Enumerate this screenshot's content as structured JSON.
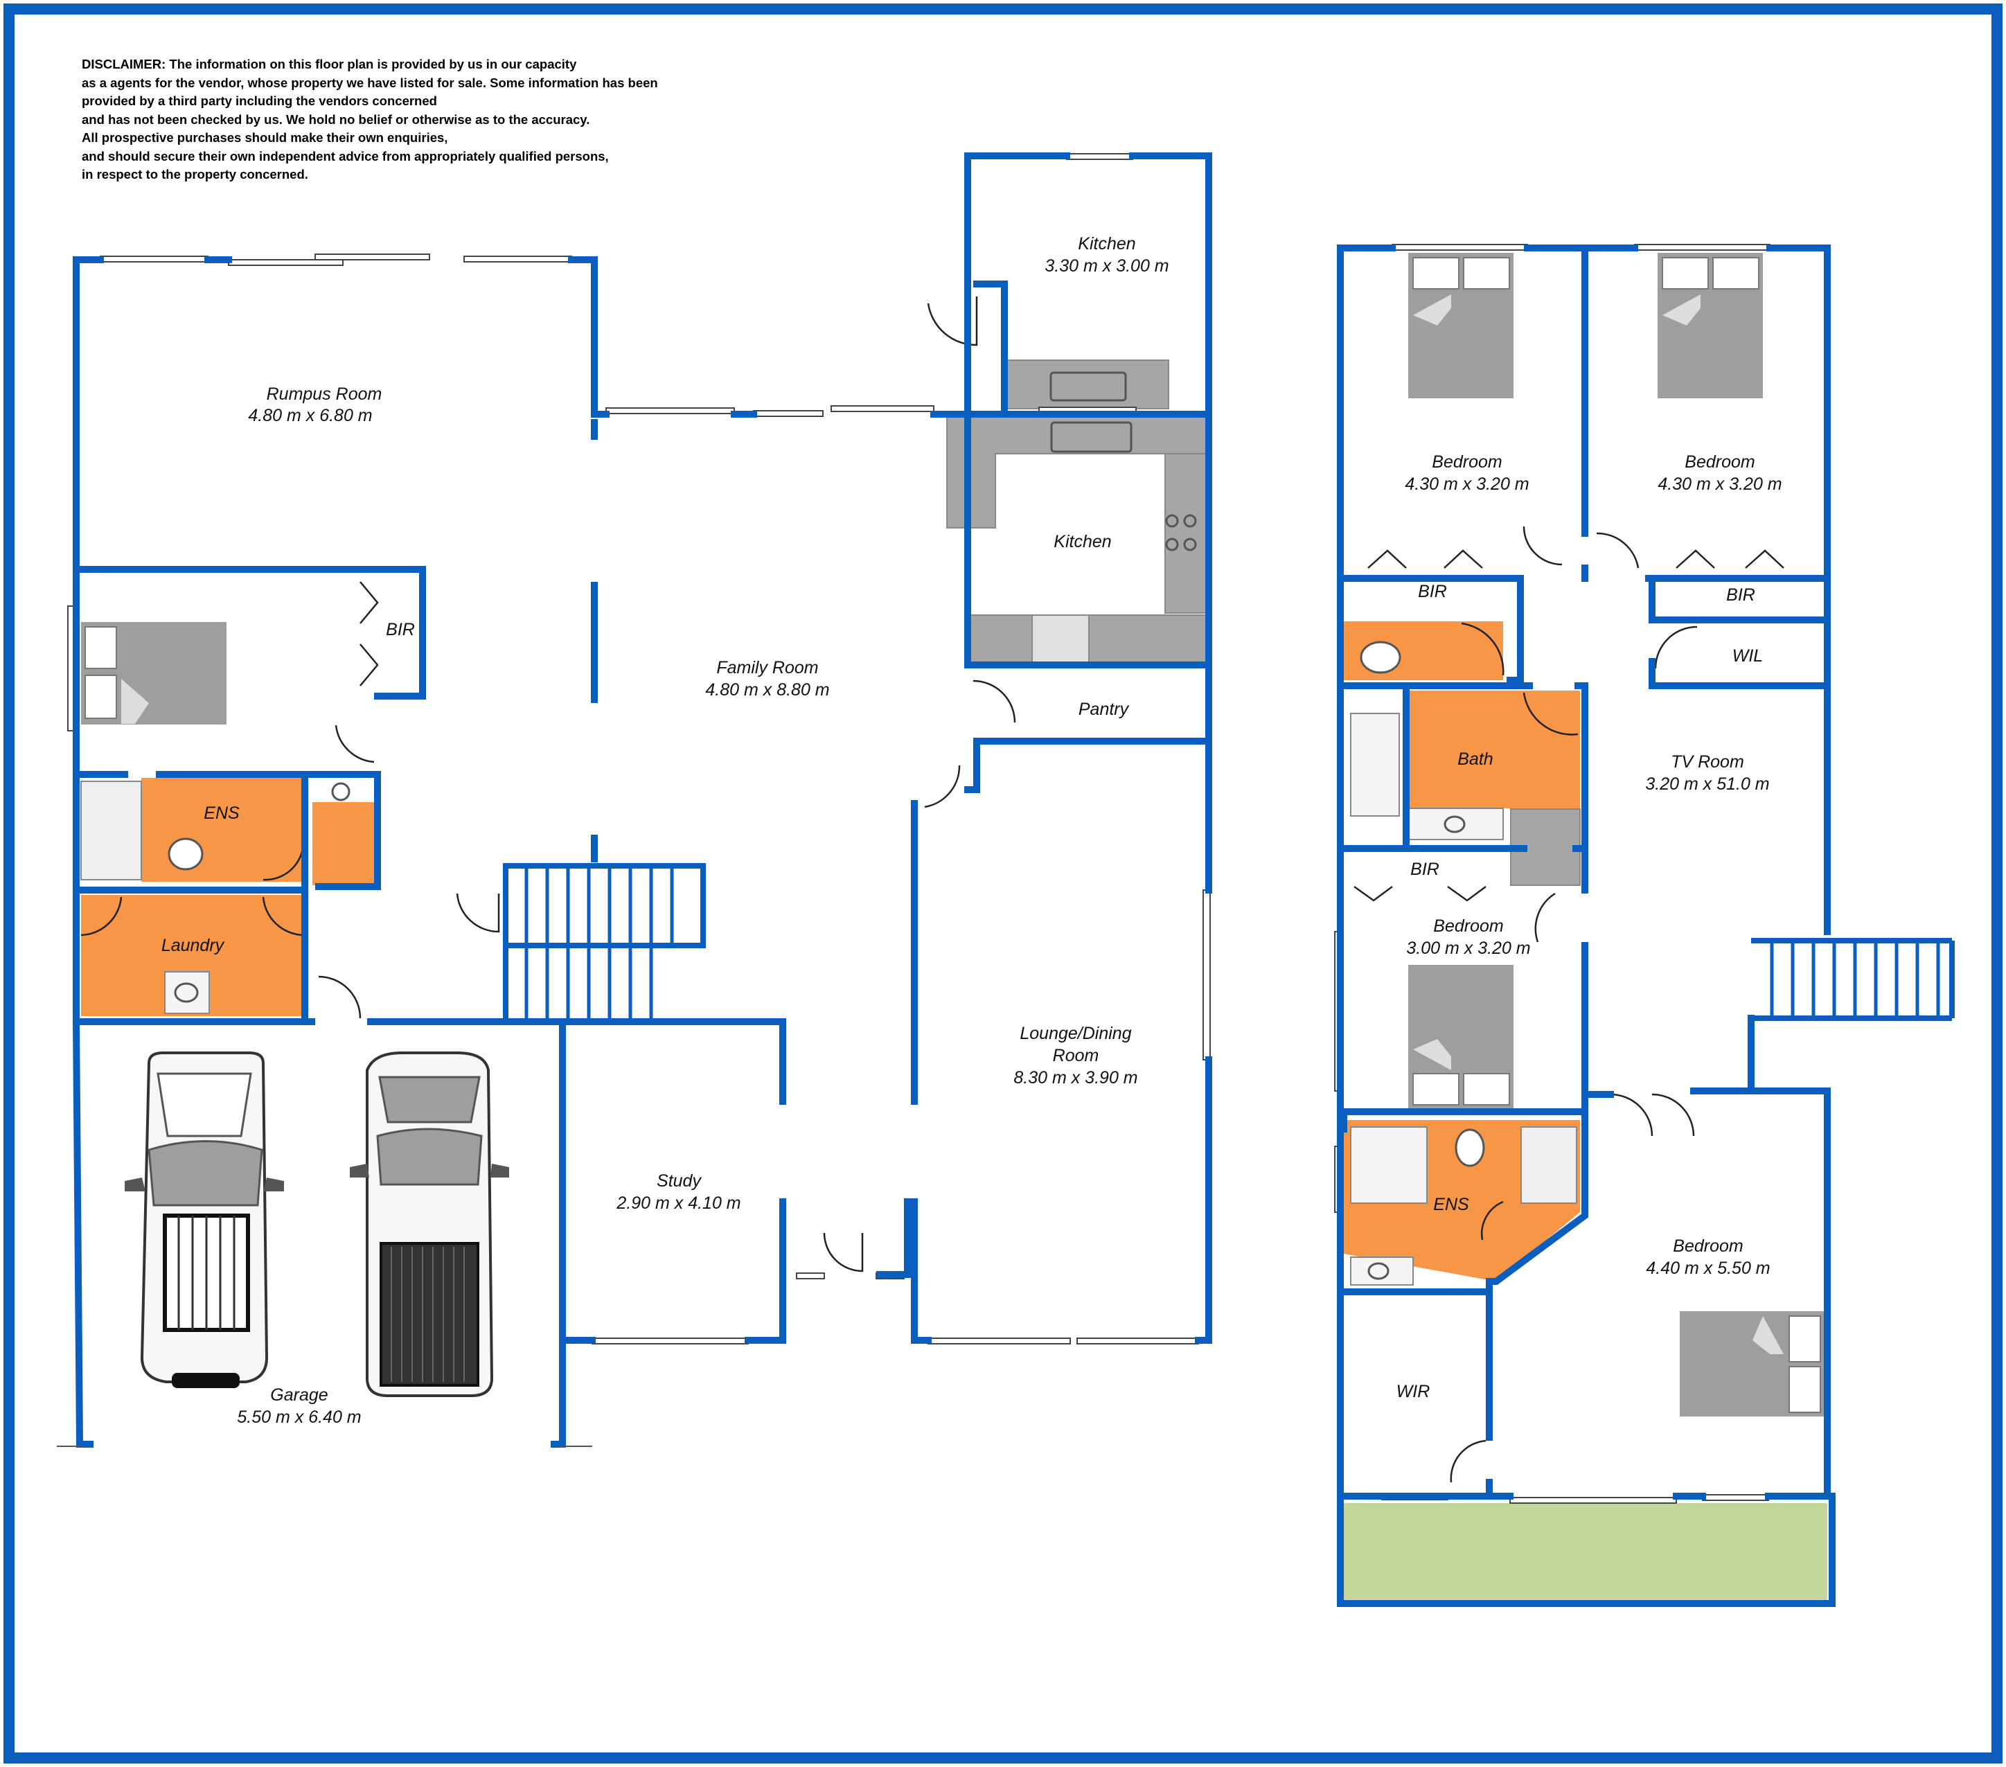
{
  "disclaimer": {
    "lines": [
      "DISCLAIMER: The information on this floor plan is provided by us in our capacity",
      "as a agents for the vendor, whose property we have listed for sale. Some information has been",
      "provided by a third party including the vendors concerned",
      "and has not been checked by us. We hold no belief or otherwise as to the accuracy.",
      "All prospective purchases should make their own enquiries,",
      "and should secure their own independent advice from appropriately qualified persons,",
      "in respect to the property concerned."
    ]
  },
  "colors": {
    "wall": "#0a5fbe",
    "wet_area": "#f79646",
    "fixture": "#a6a6a6",
    "bed": "#9e9e9e",
    "lawn": "#c4d79b"
  },
  "ground_floor": {
    "rumpus": {
      "name": "Rumpus Room",
      "size": "4.80 m x 6.80 m"
    },
    "kitchen_upper": {
      "name": "Kitchen",
      "size": "3.30 m x 3.00 m"
    },
    "kitchen": {
      "name": "Kitchen"
    },
    "bir": {
      "name": "BIR"
    },
    "family": {
      "name": "Family Room",
      "size": "4.80 m x 8.80 m"
    },
    "pantry": {
      "name": "Pantry"
    },
    "ens": {
      "name": "ENS"
    },
    "laundry": {
      "name": "Laundry"
    },
    "lounge": {
      "name_line1": "Lounge/Dining",
      "name_line2": "Room",
      "size": "8.30 m x 3.90 m"
    },
    "study": {
      "name": "Study",
      "size": "2.90 m x 4.10 m"
    },
    "garage": {
      "name": "Garage",
      "size": "5.50 m x 6.40 m"
    }
  },
  "first_floor": {
    "bedroom1": {
      "name": "Bedroom",
      "size": "4.30 m x 3.20 m"
    },
    "bedroom2": {
      "name": "Bedroom",
      "size": "4.30 m x 3.20 m"
    },
    "bir1": {
      "name": "BIR"
    },
    "bir2": {
      "name": "BIR"
    },
    "wil": {
      "name": "WIL"
    },
    "bath": {
      "name": "Bath"
    },
    "tv": {
      "name": "TV Room",
      "size": "3.20 m x 51.0 m"
    },
    "bir3": {
      "name": "BIR"
    },
    "bedroom3": {
      "name": "Bedroom",
      "size": "3.00 m x 3.20 m"
    },
    "ens": {
      "name": "ENS"
    },
    "bedroom4": {
      "name": "Bedroom",
      "size": "4.40 m x 5.50 m"
    },
    "wir": {
      "name": "WIR"
    }
  }
}
